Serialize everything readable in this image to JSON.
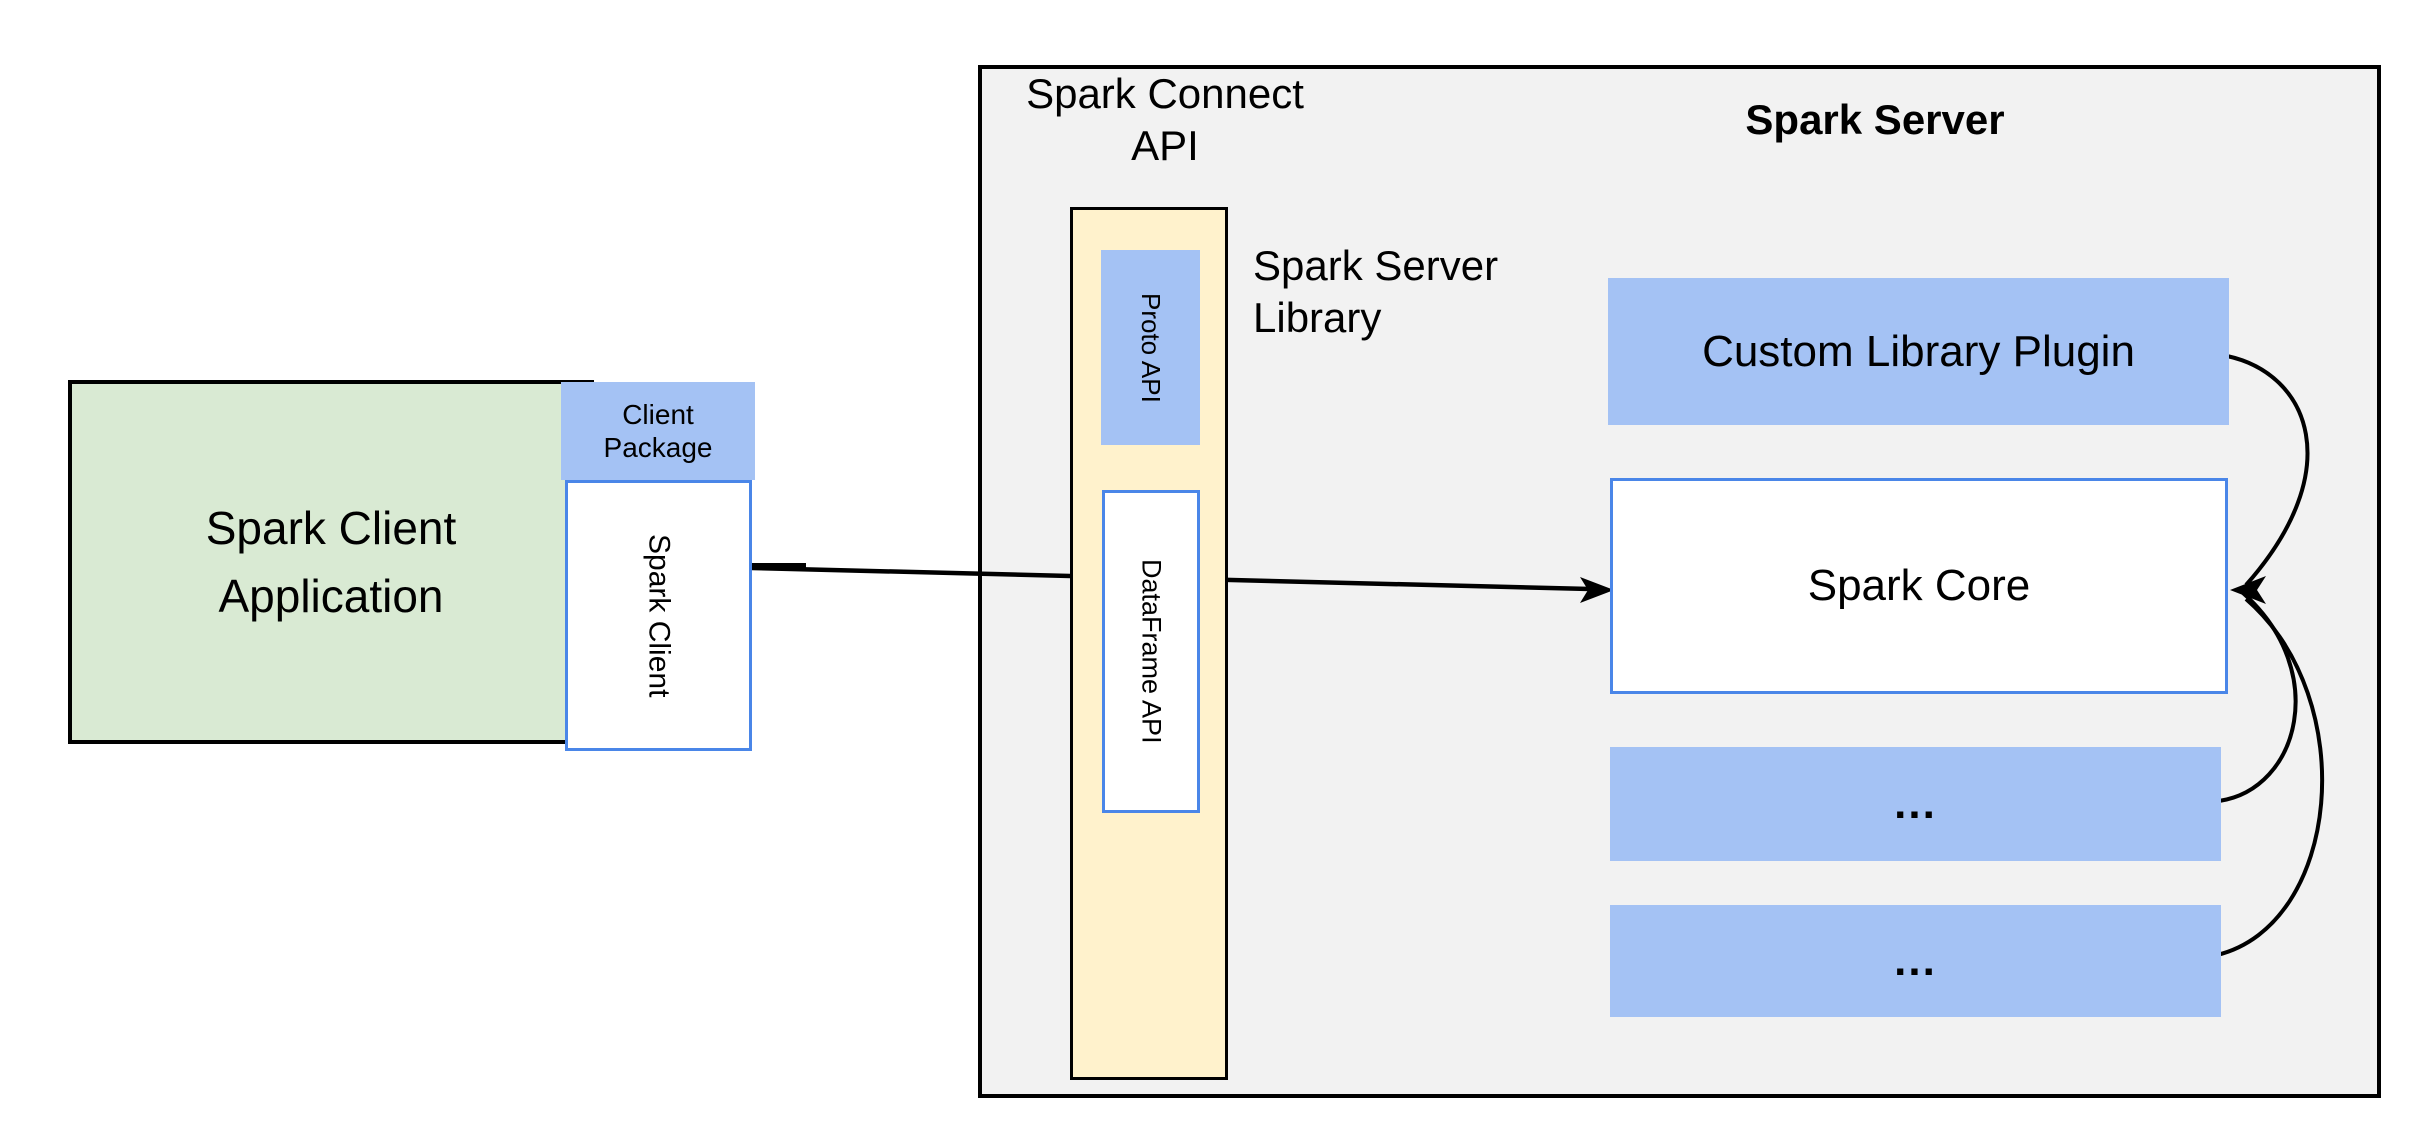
{
  "client_app": {
    "label": "Spark Client\nApplication"
  },
  "client_package": {
    "label": "Client\nPackage"
  },
  "spark_client": {
    "label": "Spark Client"
  },
  "connect_api": {
    "label": "Spark Connect\nAPI"
  },
  "proto_api": {
    "label": "Proto API"
  },
  "dataframe_api": {
    "label": "DataFrame API"
  },
  "server_library": {
    "label": "Spark Server\nLibrary"
  },
  "server": {
    "title": "Spark Server"
  },
  "plugin": {
    "label": "Custom Library Plugin"
  },
  "core": {
    "label": "Spark Core"
  },
  "more_plugins_1": {
    "label": "..."
  },
  "more_plugins_2": {
    "label": "..."
  },
  "colors": {
    "client_app_fill": "#d9ead3",
    "package_fill": "#a4c2f4",
    "connect_api_fill": "#fff2cc",
    "server_fill": "#f2f2f2",
    "box_blue_border": "#4a86e8",
    "outline_black": "#000000",
    "connector_black": "#000000"
  }
}
